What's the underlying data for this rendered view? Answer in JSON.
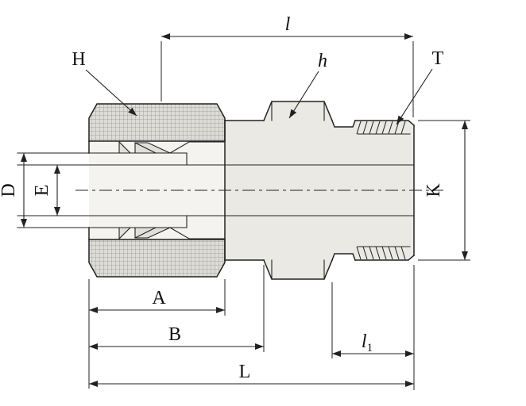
{
  "diagram": {
    "kind": "technical-drawing",
    "labels": {
      "l": "l",
      "H": "H",
      "h": "h",
      "T": "T",
      "D": "D",
      "E": "E",
      "K": "K",
      "A": "A",
      "B": "B",
      "l1_base": "l",
      "l1_sub": "1",
      "L": "L"
    },
    "colors": {
      "line": "#222222",
      "fill_body": "#eae9e4",
      "fill_nut": "#dddcd7",
      "fill_cavity": "#f4f3ef",
      "background": "#ffffff"
    }
  }
}
